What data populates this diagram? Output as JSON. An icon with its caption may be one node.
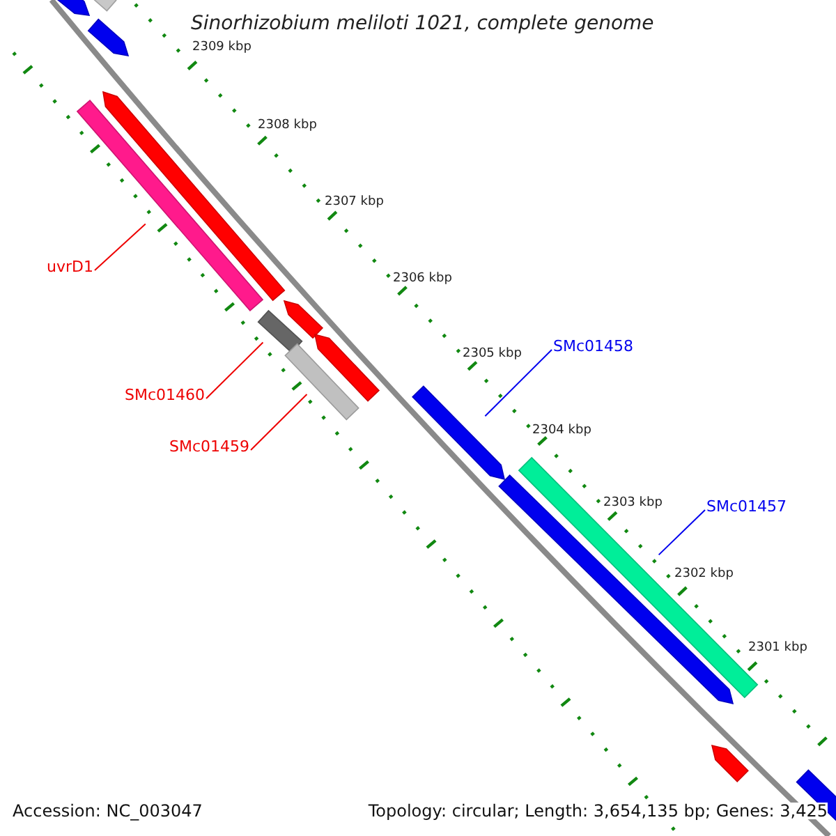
{
  "diagram": {
    "title": "Sinorhizobium meliloti 1021, complete genome",
    "nodes": [
      {
        "text": [],
        "shape": "bar"
      },
      {
        "text": [],
        "shape": "bar"
      },
      {
        "text": [],
        "shape": "bar"
      },
      {
        "text": [],
        "shape": "bar"
      },
      {
        "text": [],
        "shape": "bar"
      },
      {
        "text": [],
        "shape": "bar"
      },
      {
        "text": [],
        "shape": "bar"
      },
      {
        "text": [],
        "shape": "bar"
      },
      {
        "text": [],
        "shape": "bar"
      },
      {
        "text": [],
        "shape": "bar"
      },
      {
        "text": [],
        "shape": "bar"
      },
      {
        "text": [],
        "shape": "bar"
      },
      {
        "text": [],
        "shape": "bar"
      },
      {
        "text": [],
        "shape": "bar"
      },
      {
        "text": [
          "uvrD1"
        ]
      },
      {
        "text": [
          "SMc01460"
        ]
      },
      {
        "text": [
          "SMc01459"
        ]
      },
      {
        "text": [
          "SMc01458"
        ]
      },
      {
        "text": [
          "SMc01457"
        ]
      }
    ],
    "edges": [
      {
        "from": 14,
        "to": 4,
        "arrow": "none"
      },
      {
        "from": 15,
        "to": 6,
        "arrow": "none"
      },
      {
        "from": 16,
        "to": 8,
        "arrow": "none"
      },
      {
        "from": 17,
        "to": 9,
        "arrow": "none",
        "color": "#0000ee"
      },
      {
        "from": 18,
        "to": 10,
        "arrow": "none",
        "color": "#0000ee"
      }
    ],
    "labels": [
      "2309 kbp",
      "2308 kbp",
      "2307 kbp",
      "2306 kbp",
      "2305 kbp",
      "2304 kbp",
      "2303 kbp",
      "2302 kbp",
      "2301 kbp",
      "Accession: NC_003047",
      "Topology: circular; Length: 3,654,135 bp; Genes: 3,425"
    ]
  }
}
